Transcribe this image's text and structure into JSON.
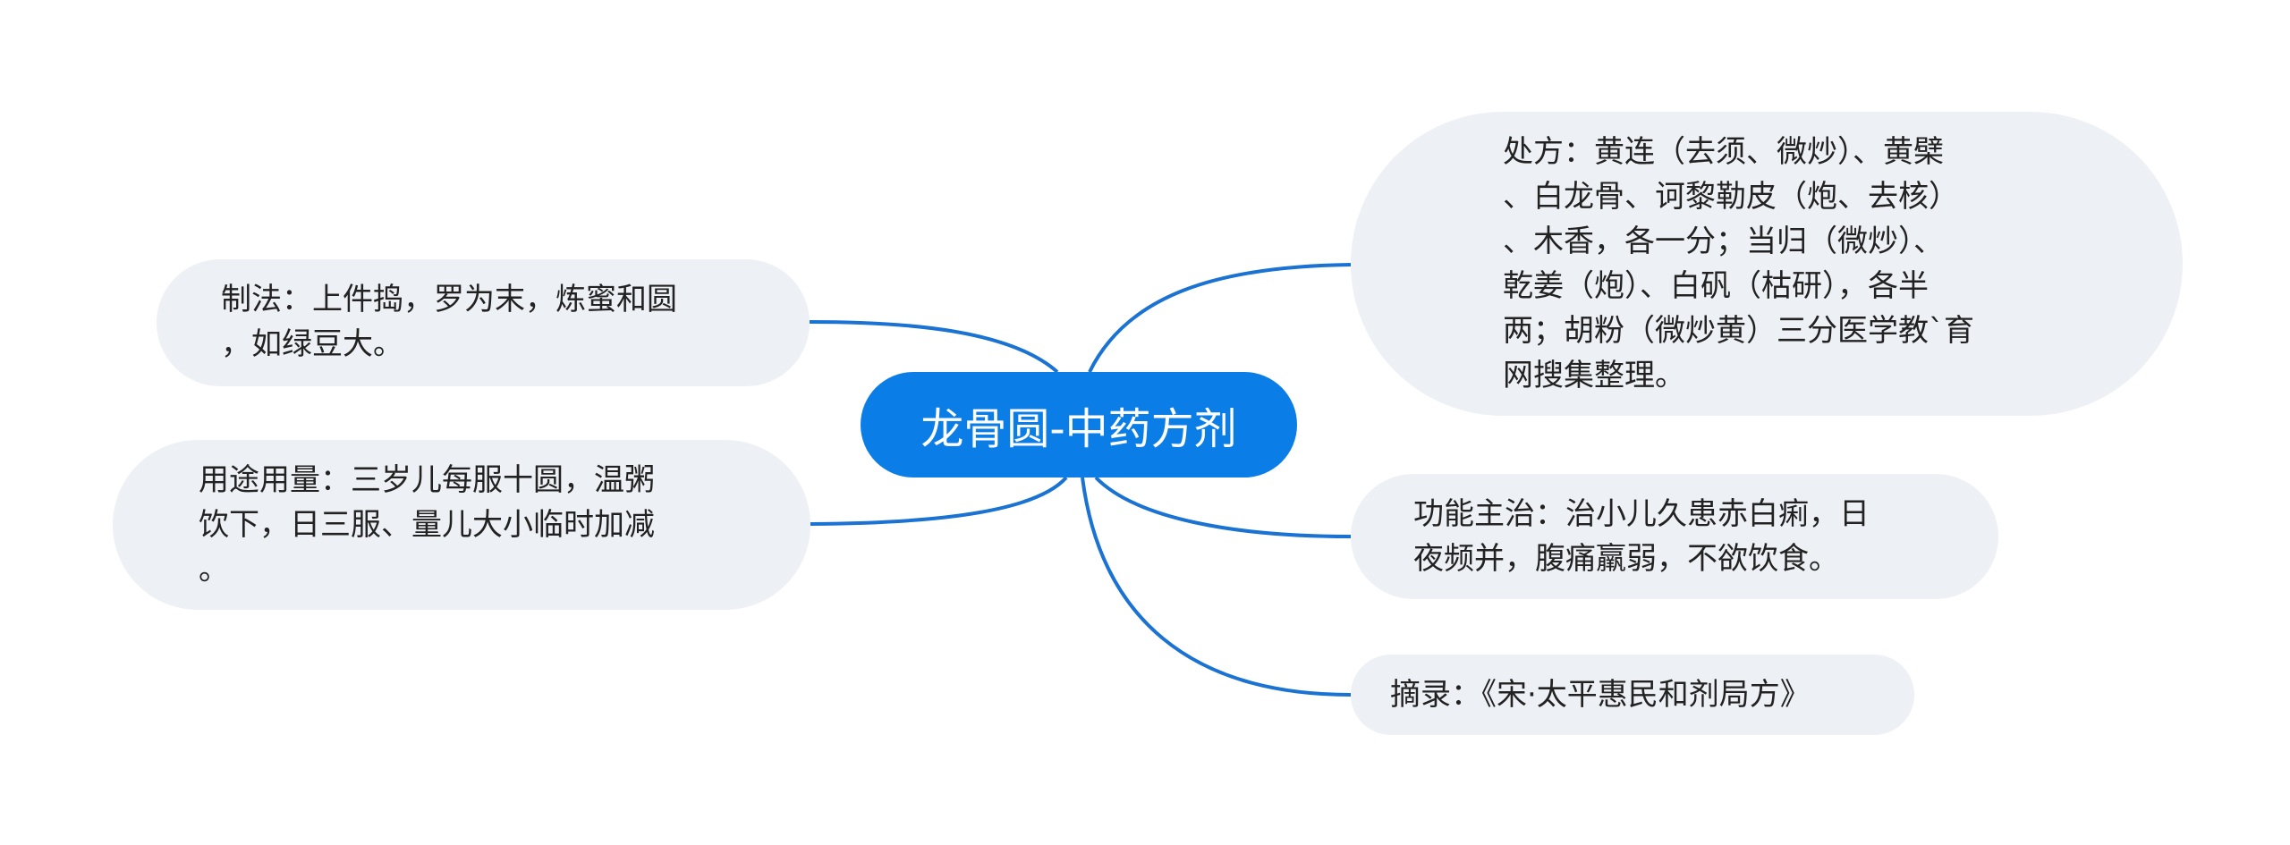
{
  "root": {
    "label": "龙骨圆-中药方剂"
  },
  "branches": {
    "prescription": {
      "lines": [
        "处方：黄连（去须、微炒）、黄檗",
        "、白龙骨、诃黎勒皮（炮、去核）",
        "、木香，各一分；当归（微炒）、",
        "乾姜（炮）、白矾（枯研），各半",
        "两；胡粉（微炒黄）三分医学教`育",
        "网搜集整理。"
      ]
    },
    "function": {
      "lines": [
        "功能主治：治小儿久患赤白痢，日",
        "夜频并，腹痛羸弱，不欲饮食。"
      ]
    },
    "source": {
      "lines": [
        "摘录：《宋·太平惠民和剂局方》"
      ]
    },
    "method": {
      "lines": [
        "制法：上件捣，罗为末，炼蜜和圆",
        "，如绿豆大。"
      ]
    },
    "usage": {
      "lines": [
        "用途用量：三岁儿每服十圆，温粥",
        "饮下，日三服、量儿大小临时加减",
        "。"
      ]
    }
  },
  "colors": {
    "link": "#1a72d2",
    "root_fill": "#0b7de6",
    "root_text": "#ffffff",
    "node_fill": "#edf0f4",
    "node_text": "#222222"
  }
}
